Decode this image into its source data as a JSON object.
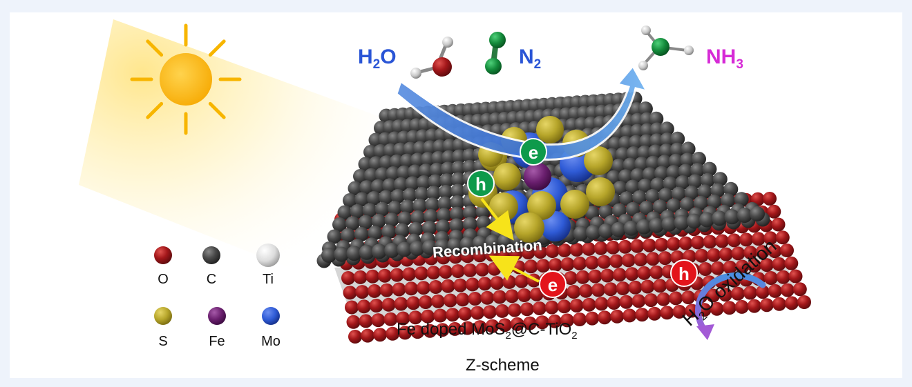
{
  "legend": [
    {
      "symbol": "O",
      "color": "#a3171a"
    },
    {
      "symbol": "C",
      "color": "#4a4a4a"
    },
    {
      "symbol": "Ti",
      "color": "#e8e8e8"
    },
    {
      "symbol": "S",
      "color": "#b6a52a"
    },
    {
      "symbol": "Fe",
      "color": "#6a1f6e"
    },
    {
      "symbol": "Mo",
      "color": "#2f5bd6"
    }
  ],
  "molecules": {
    "water": {
      "main": "H",
      "sub": "2",
      "tail": "O",
      "color": "#2a55d6"
    },
    "nitrogen": {
      "main": "N",
      "sub": "2",
      "color": "#2a55d6"
    },
    "ammonia": {
      "main": "NH",
      "sub": "3",
      "color": "#d62ad6"
    }
  },
  "carriers": {
    "electron": "e",
    "hole": "h"
  },
  "labels": {
    "recombination": "Recombination",
    "material_main": "Fe doped MoS",
    "material_sub": "2",
    "material_tail": "@C-TiO",
    "material_sub2": "2",
    "scheme": "Z-scheme",
    "oxidation_main": "H",
    "oxidation_sub": "2",
    "oxidation_tail": "O oxidation"
  },
  "icons": [
    "sun-icon",
    "water-molecule-icon",
    "nitrogen-molecule-icon",
    "ammonia-molecule-icon"
  ]
}
